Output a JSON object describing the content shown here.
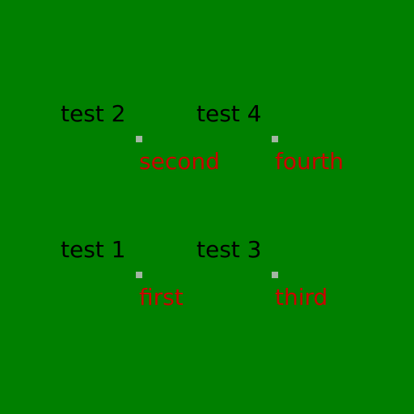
{
  "colors": {
    "background": "#008000",
    "test_text": "#000000",
    "word_text": "#cc0000",
    "marker": "#c0c0c0"
  },
  "cells": [
    {
      "test_label": "test 1",
      "word": "first"
    },
    {
      "test_label": "test 2",
      "word": "second"
    },
    {
      "test_label": "test 3",
      "word": "third"
    },
    {
      "test_label": "test 4",
      "word": "fourth"
    }
  ]
}
